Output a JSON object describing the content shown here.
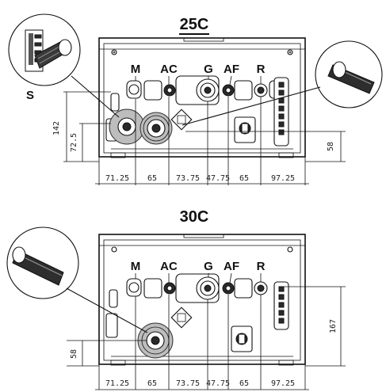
{
  "diagrams": [
    {
      "title": "25C",
      "connections": [
        "M",
        "AC",
        "G",
        "AF",
        "R"
      ],
      "side_label": "S",
      "horizontal_dims": [
        "71.25",
        "65",
        "73.75",
        "47.75",
        "65",
        "97.25"
      ],
      "vertical_dims": [
        "142",
        "72.5",
        "58"
      ]
    },
    {
      "title": "30C",
      "connections": [
        "M",
        "AC",
        "G",
        "AF",
        "R"
      ],
      "horizontal_dims": [
        "71.25",
        "65",
        "73.75",
        "47.75",
        "65",
        "97.25"
      ],
      "vertical_dims": [
        "58",
        "167"
      ]
    }
  ]
}
